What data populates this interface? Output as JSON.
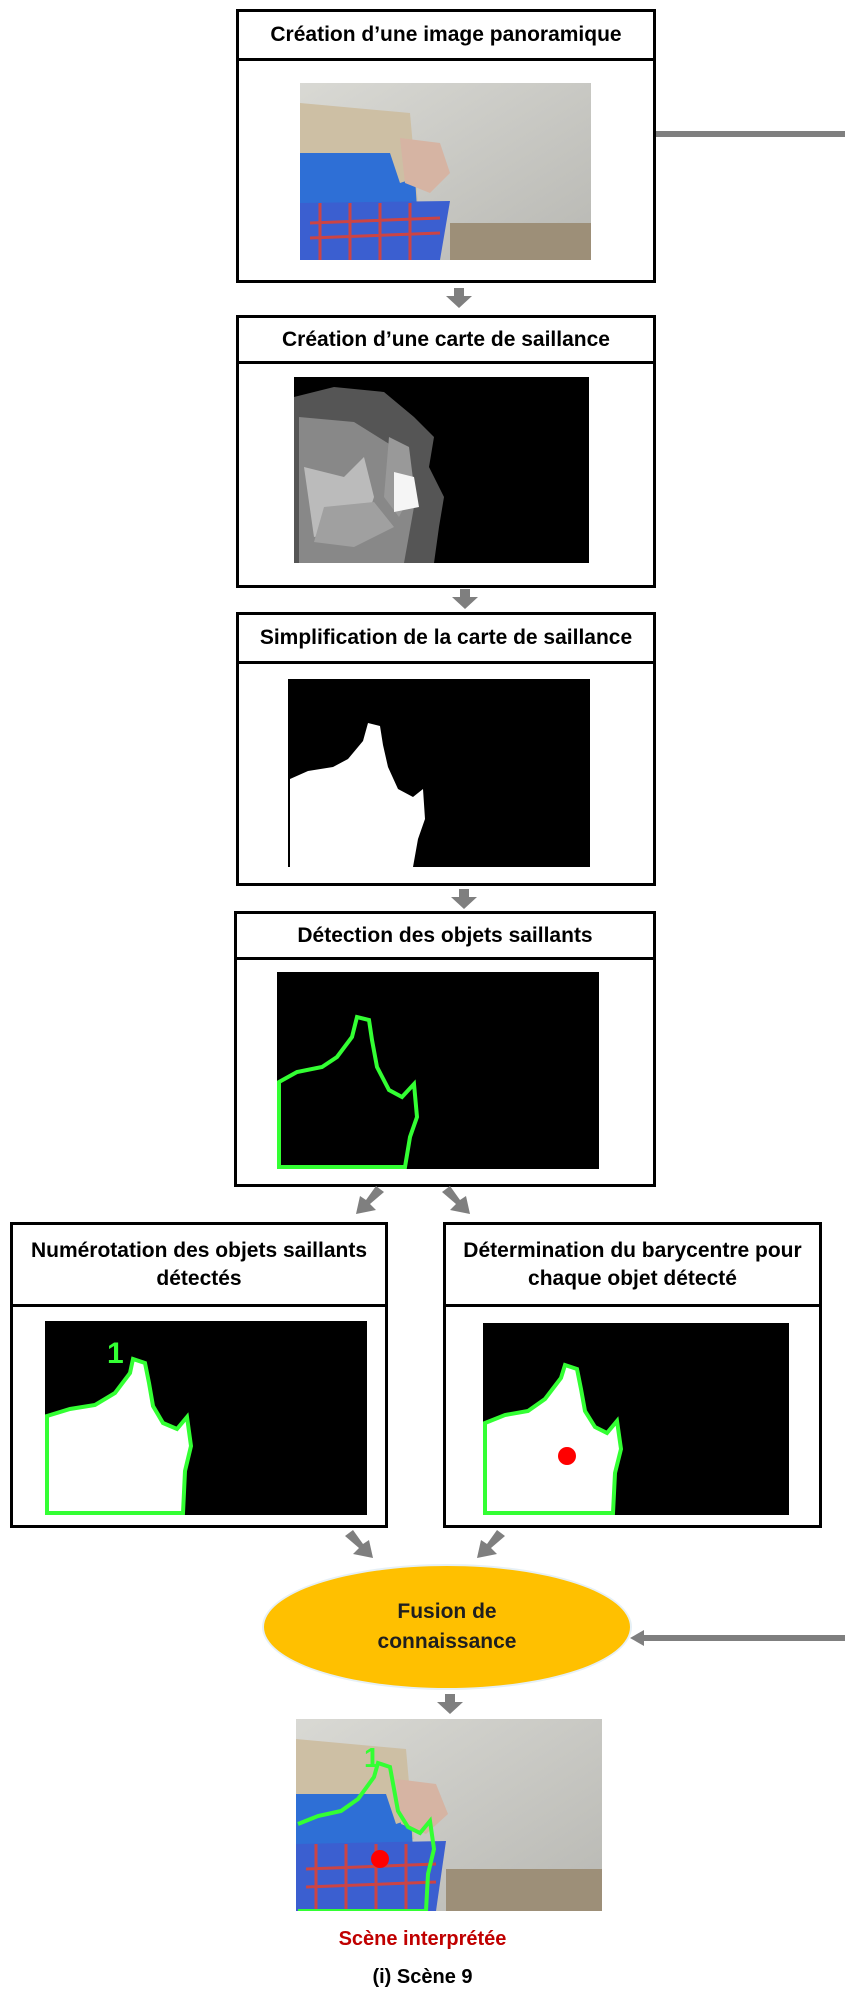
{
  "steps": {
    "panorama": {
      "title": "Création d’une image panoramique"
    },
    "saliency": {
      "title": "Création d’une carte de saillance"
    },
    "simplification": {
      "title": "Simplification de la carte de saillance"
    },
    "detection": {
      "title": "Détection des objets saillants"
    },
    "numbering": {
      "title": "Numérotation des objets saillants détectés",
      "object_number": "1"
    },
    "barycenter": {
      "title": "Détermination du barycentre pour chaque objet détecté"
    }
  },
  "fusion": {
    "label": "Fusion de connaissance"
  },
  "result": {
    "label": "Scène interprétée",
    "object_number": "1"
  },
  "scene": {
    "label": "(i) Scène 9"
  },
  "colors": {
    "box_border": "#000000",
    "arrow": "#7f7f7f",
    "fusion_fill": "#ffc000",
    "contour": "#33ff33",
    "barycenter": "#ff0000",
    "result_label": "#c00000"
  },
  "icons": {
    "flow_arrow": "down-arrow-icon",
    "side_arrow": "left-arrow-icon"
  }
}
